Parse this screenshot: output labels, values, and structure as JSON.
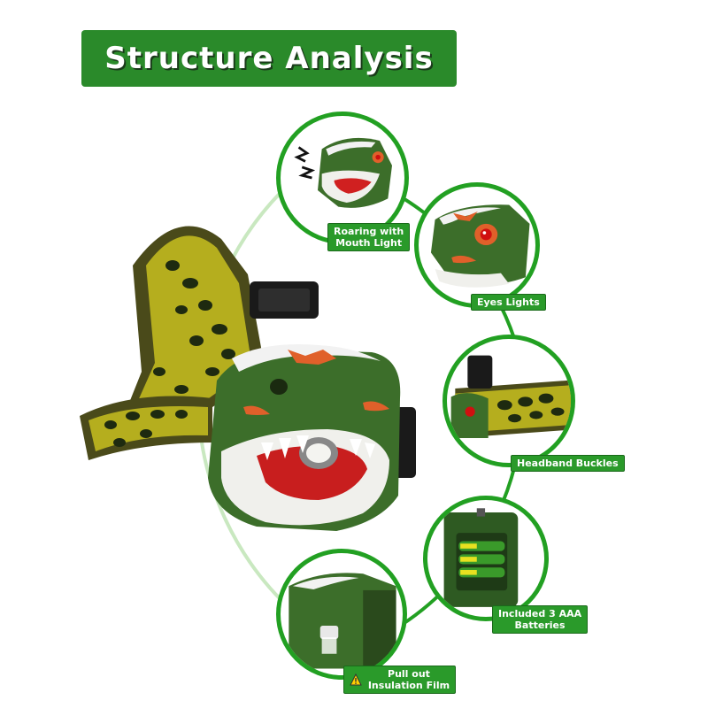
{
  "title": "Structure Analysis",
  "callouts": [
    {
      "line1": "Roaring with",
      "line2": "Mouth Light",
      "icon": "mouth-light"
    },
    {
      "line1": "Eyes Lights",
      "line2": "",
      "icon": "eye-light"
    },
    {
      "line1": "Headband Buckles",
      "line2": "",
      "icon": "buckle"
    },
    {
      "line1": "Included 3 AAA",
      "line2": "Batteries",
      "icon": "battery"
    },
    {
      "line1": "Pull out",
      "line2": "Insulation Film",
      "icon": "warning-icon"
    }
  ],
  "colors": {
    "banner": "#2a8a2a",
    "ring": "#22a022",
    "dino_green": "#3c6e2a",
    "strap_yellow": "#c8c020",
    "label_bg": "#2a9a2a"
  }
}
